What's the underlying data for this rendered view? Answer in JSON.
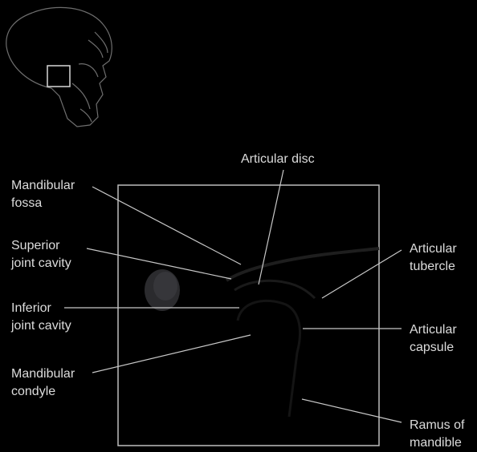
{
  "labels": {
    "articular_disc": "Articular disc",
    "mandibular_fossa": [
      "Mandibular",
      "fossa"
    ],
    "superior_joint_cavity": [
      "Superior",
      "joint cavity"
    ],
    "inferior_joint_cavity": [
      "Inferior",
      "joint cavity"
    ],
    "mandibular_condyle": [
      "Mandibular",
      "condyle"
    ],
    "articular_tubercle": [
      "Articular",
      "tubercle"
    ],
    "articular_capsule": [
      "Articular",
      "capsule"
    ],
    "ramus_of_mandible": [
      "Ramus of",
      "mandible"
    ]
  },
  "colors": {
    "background": "#000000",
    "text": "#dcdcdc",
    "leader_line": "#c8c8c8",
    "frame": "#bdbdbd"
  }
}
